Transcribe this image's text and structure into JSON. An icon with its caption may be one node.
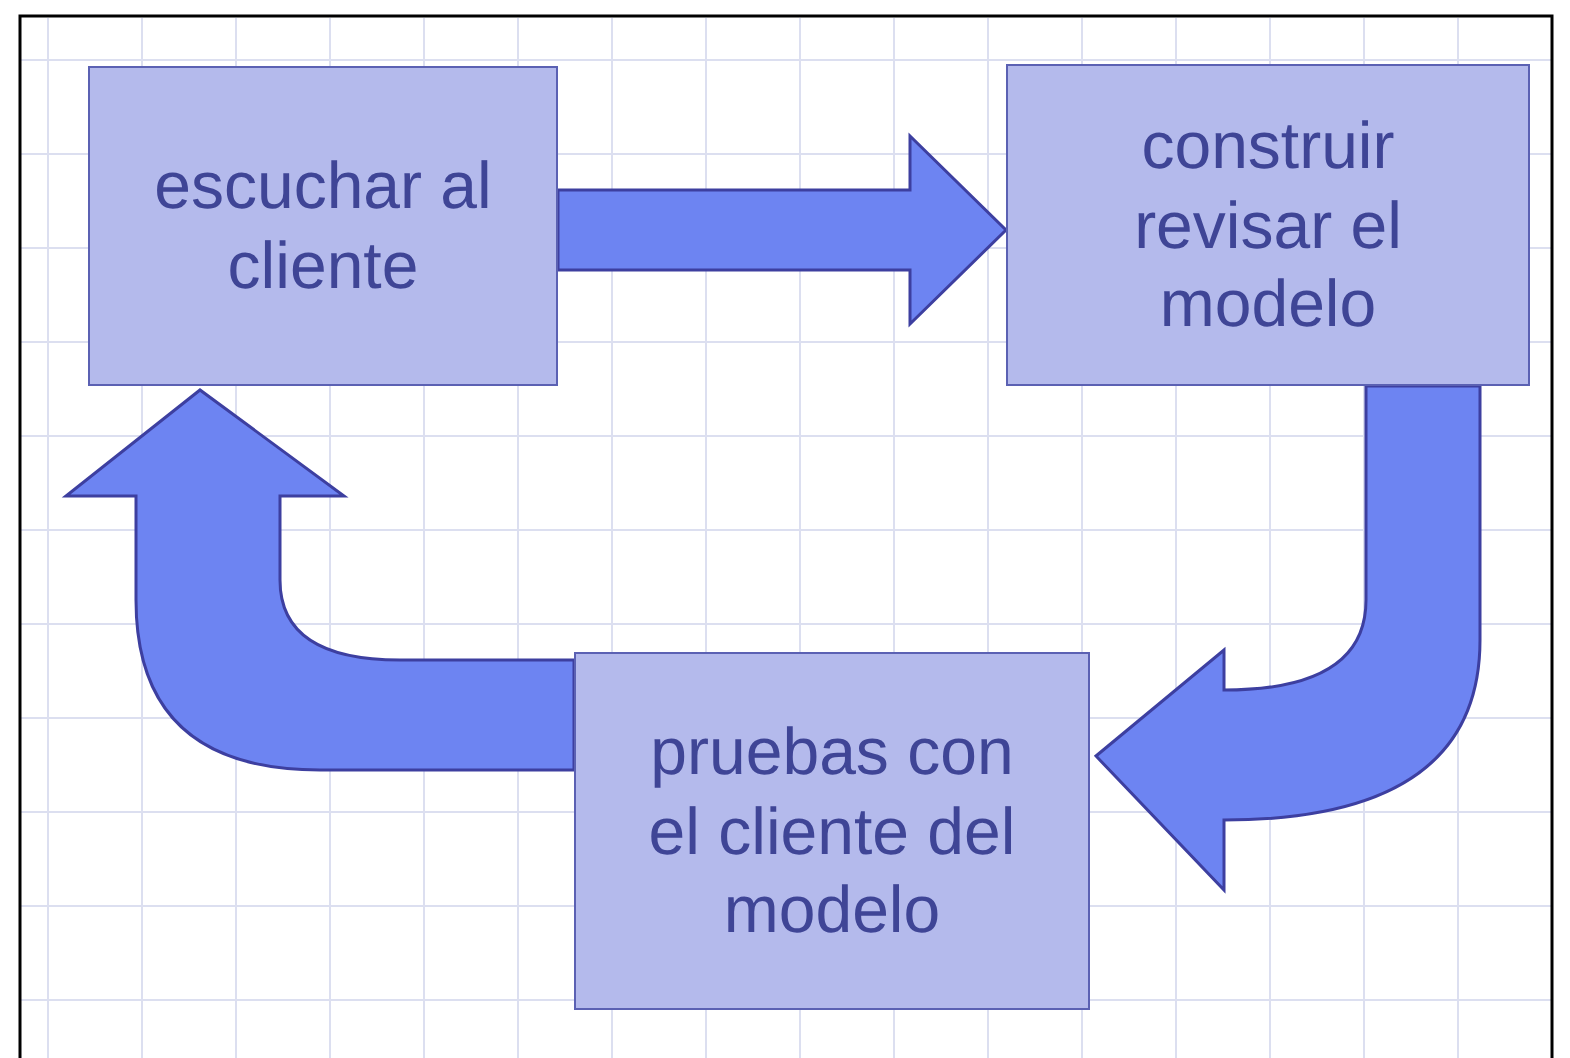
{
  "diagram": {
    "nodes": [
      {
        "text": [
          "escuchar al cliente"
        ]
      },
      {
        "text": [
          "construir revisar el modelo"
        ]
      },
      {
        "text": [
          "pruebas con el cliente del modelo"
        ]
      }
    ],
    "edges": [
      {
        "from": 0,
        "to": 1,
        "arrow": "to"
      },
      {
        "from": 1,
        "to": 2,
        "arrow": "to"
      },
      {
        "from": 2,
        "to": 0,
        "arrow": "to"
      }
    ]
  }
}
